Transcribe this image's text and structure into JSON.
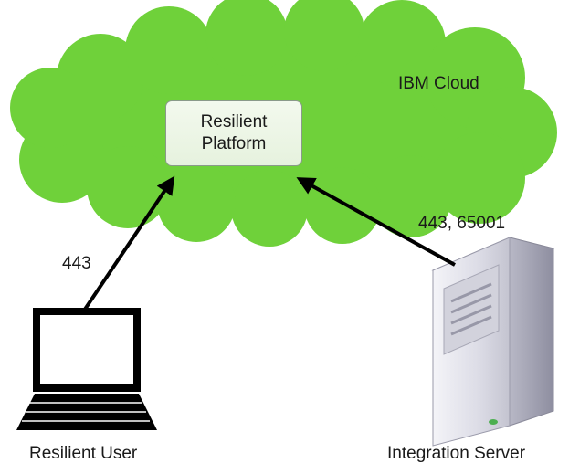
{
  "cloud": {
    "label": "IBM Cloud",
    "color": "#6fd13a"
  },
  "platform": {
    "line1": "Resilient",
    "line2": "Platform"
  },
  "connections": [
    {
      "from": "Resilient User",
      "to": "Resilient Platform",
      "label": "443"
    },
    {
      "from": "Integration Server",
      "to": "Resilient Platform",
      "label": "443, 65001"
    }
  ],
  "nodes": {
    "user": {
      "caption": "Resilient User",
      "icon": "laptop-icon"
    },
    "server": {
      "caption": "Integration Server",
      "icon": "server-tower-icon"
    }
  }
}
